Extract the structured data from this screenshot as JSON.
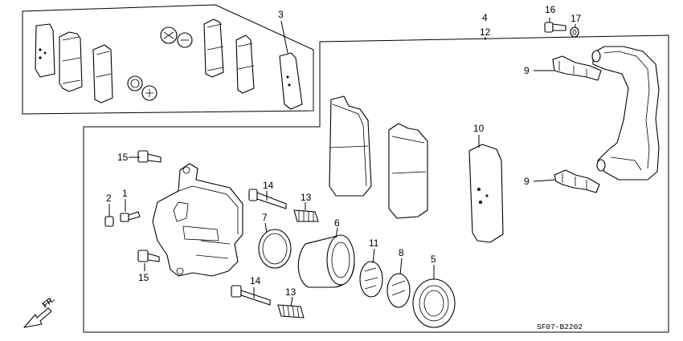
{
  "diagram_code": "SF07-B2202",
  "direction_label": "FR.",
  "callouts": {
    "c1": "1",
    "c2": "2",
    "c3": "3",
    "c4": "4",
    "c5": "5",
    "c6": "6",
    "c7": "7",
    "c8": "8",
    "c9a": "9",
    "c9b": "9",
    "c10": "10",
    "c11": "11",
    "c12": "12",
    "c13a": "13",
    "c13b": "13",
    "c14a": "14",
    "c14b": "14",
    "c15a": "15",
    "c15b": "15",
    "c16": "16",
    "c17": "17"
  }
}
